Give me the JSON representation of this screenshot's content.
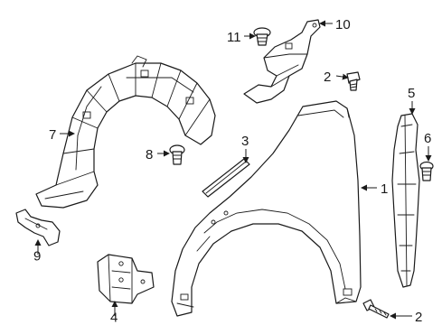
{
  "diagram": {
    "callouts": [
      {
        "key": "fender",
        "label": "1"
      },
      {
        "key": "bolt-upper",
        "label": "2"
      },
      {
        "key": "bolt-lower",
        "label": "2"
      },
      {
        "key": "molding",
        "label": "3"
      },
      {
        "key": "bracket",
        "label": "4"
      },
      {
        "key": "side-shield",
        "label": "5"
      },
      {
        "key": "clip-right",
        "label": "6"
      },
      {
        "key": "liner",
        "label": "7"
      },
      {
        "key": "clip-center",
        "label": "8"
      },
      {
        "key": "front-bracket",
        "label": "9"
      },
      {
        "key": "upper-bracket",
        "label": "10"
      },
      {
        "key": "push-clip",
        "label": "11"
      }
    ],
    "line_color": "#1a1a1a",
    "background": "#ffffff"
  }
}
